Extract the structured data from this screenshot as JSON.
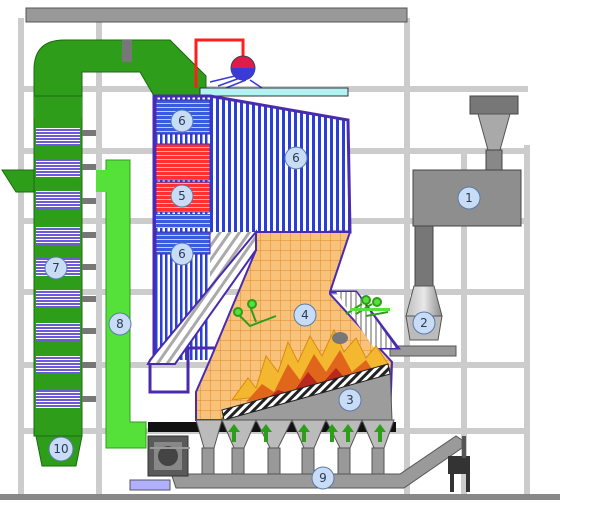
{
  "diagram": {
    "colors": {
      "steel": "#c9c9c9",
      "steel_dark": "#8c8c8c",
      "green_dark": "#2e9e1a",
      "green_light": "#55e03a",
      "coil_purple": "#6b5bd6",
      "wall_blue": "#2a3fd6",
      "wall_border": "#4a2bb0",
      "superheater_red": "#ff3030",
      "furnace_orange": "#f9c27a",
      "label_fill": "#c8dcf5",
      "drum_red": "#e01b4a",
      "pipe_red": "#ff1d1d",
      "grate_grey": "#9c9c9c"
    },
    "labels": [
      {
        "id": "1",
        "text": "1"
      },
      {
        "id": "2",
        "text": "2"
      },
      {
        "id": "3",
        "text": "3"
      },
      {
        "id": "4",
        "text": "4"
      },
      {
        "id": "5",
        "text": "5"
      },
      {
        "id": "6a",
        "text": "6"
      },
      {
        "id": "6b",
        "text": "6"
      },
      {
        "id": "6c",
        "text": "6"
      },
      {
        "id": "7",
        "text": "7"
      },
      {
        "id": "8",
        "text": "8"
      },
      {
        "id": "9",
        "text": "9"
      },
      {
        "id": "10",
        "text": "10"
      }
    ]
  }
}
